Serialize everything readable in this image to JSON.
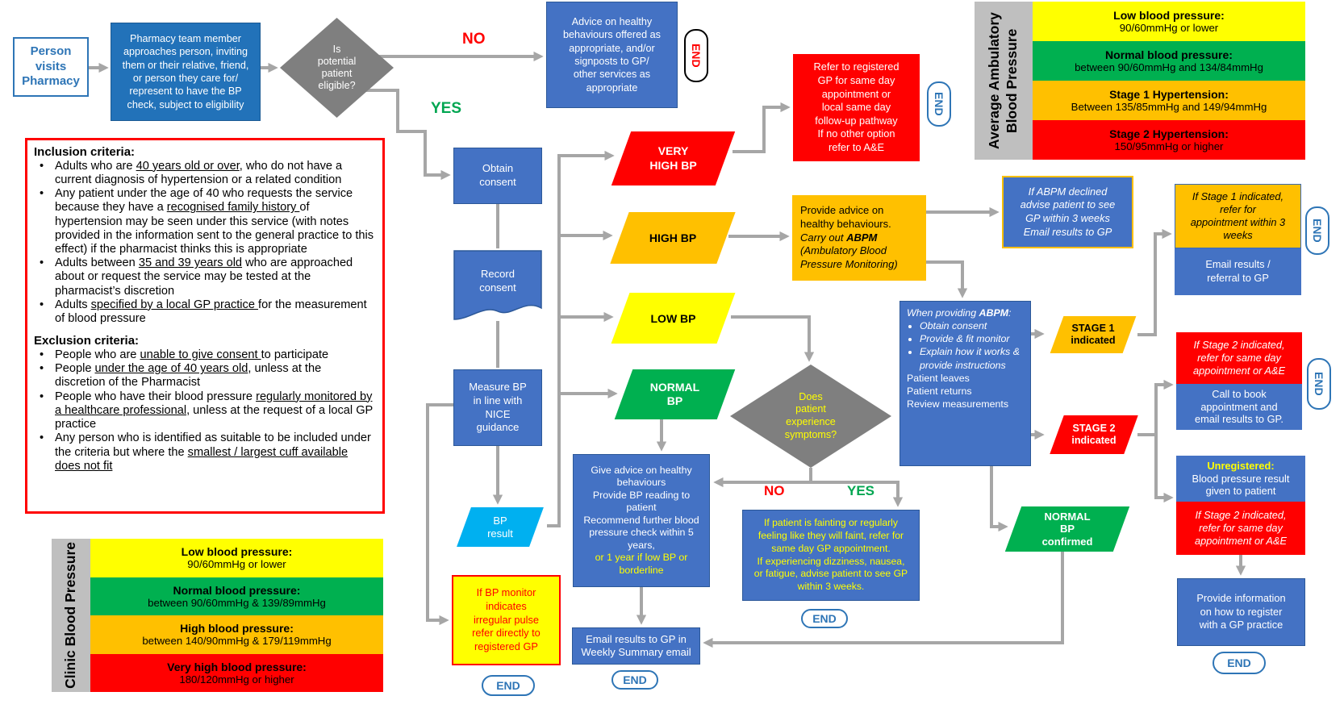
{
  "labels": {
    "no": "NO",
    "yes": "YES",
    "end": "END"
  },
  "colors": {
    "box_blue": "#4472C4",
    "box_red": "#FF0000",
    "box_orange": "#FFC000",
    "box_yellow": "#FFFF00",
    "box_green": "#00B050",
    "box_cyan": "#00B0F0",
    "diamond_gray": "#7F7F7F",
    "connector_gray": "#A6A6A6",
    "end_blue": "#2E75B6"
  },
  "flow": {
    "person": "Person\nvisits\nPharmacy",
    "approach": "Pharmacy team member\napproaches person, inviting\nthem or their relative, friend,\nor person they care for/\nrepresent to have the BP\ncheck, subject to eligibility",
    "eligible": "Is\npotential\npatient\neligible?",
    "advice_signpost": "Advice on healthy\nbehaviours offered as\nappropriate, and/or\nsignposts to GP/\nother services as\nappropriate",
    "obtain_consent": "Obtain\nconsent",
    "record_consent": "Record\nconsent",
    "measure_bp": "Measure BP\nin line with\nNICE\nguidance",
    "bp_result": "BP\nresult",
    "irregular_pulse": "If BP monitor\nindicates\nirregular pulse\nrefer directly to\nregistered GP",
    "very_high_bp": "VERY\nHIGH BP",
    "high_bp": "HIGH BP",
    "low_bp": "LOW BP",
    "normal_bp": "NORMAL\nBP",
    "refer_gp": "Refer to registered\nGP for same day\nappointment or\nlocal same day\nfollow-up pathway\nIf no other option\nrefer to A&E",
    "abpm": {
      "line1": "Provide advice on healthy behaviours.",
      "line2_pre": "Carry out ",
      "line2_bold": "ABPM",
      "line3": "(Ambulatory Blood Pressure Monitoring)"
    },
    "abpm_declined": "If ABPM declined\nadvise patient to see\nGP within 3 weeks\nEmail results to GP",
    "stage1_refer": "If Stage 1 indicated,\nrefer for\nappointment within 3\nweeks",
    "stage1_email": "Email results /\nreferral to GP",
    "when_providing": {
      "title_pre": "When providing ",
      "title_bold": "ABPM",
      "title_post": ":",
      "bullets": [
        "Obtain consent",
        "Provide & fit monitor",
        "Explain how it works & provide instructions"
      ],
      "plain": [
        "Patient leaves",
        "Patient returns",
        "Review measurements"
      ]
    },
    "stage1_indicated": "STAGE 1\nindicated",
    "stage2_indicated": "STAGE 2\nindicated",
    "stage2_refer": "If Stage 2 indicated,\nrefer for same day\nappointment or A&E",
    "stage2_call": "Call to book\nappointment and\nemail results to GP.",
    "unregistered_title": "Unregistered:",
    "unregistered_body": "Blood pressure result\ngiven to patient",
    "unregistered_stage2": "If Stage 2 indicated,\nrefer for same day\nappointment or A&E",
    "provide_info": "Provide information\non how to register\nwith a GP practice",
    "normal_bp_confirmed": "NORMAL\nBP\nconfirmed",
    "symptoms": "Does\npatient\nexperience\nsymptoms?",
    "give_advice_white": "Give advice on healthy\nbehaviours\nProvide BP reading to\npatient\nRecommend further blood\npressure check within 5\nyears,",
    "give_advice_yellow": "or 1 year if low BP or\nborderline",
    "fainting": "If patient is fainting or regularly\nfeeling like they will faint, refer for\nsame day GP appointment.\nIf experiencing dizziness, nausea,\nor fatigue, advise patient to see GP\nwithin 3 weeks.",
    "email_results": "Email results to GP in\nWeekly Summary email"
  },
  "criteria": {
    "inclusion_title": "Inclusion criteria:",
    "inclusion": [
      {
        "pre": "Adults who are ",
        "u": "40 years old or over",
        "post": ", who do not have a current diagnosis of hypertension or a related condition"
      },
      {
        "pre": "Any patient under the age of 40 who requests the service because they have a ",
        "u": "recognised family history ",
        "post": "of hypertension may be seen under this service (with notes provided in the information sent to the general practice to this effect) if the pharmacist thinks this is appropriate"
      },
      {
        "pre": "Adults between ",
        "u": "35 and 39 years old",
        "post": " who are approached about or request the service may be tested at the pharmacist’s discretion"
      },
      {
        "pre": "Adults ",
        "u": "specified by a local GP practice ",
        "post": "for the measurement of blood pressure"
      }
    ],
    "exclusion_title": "Exclusion criteria:",
    "exclusion": [
      {
        "pre": "People who are ",
        "u": "unable to give consent ",
        "post": "to participate"
      },
      {
        "pre": "People ",
        "u": "under the age of 40 years old",
        "post": ", unless at the discretion of the Pharmacist"
      },
      {
        "pre": "People who have their blood pressure ",
        "u": "regularly monitored by a healthcare professional",
        "post": ", unless at the request of a local GP practice"
      },
      {
        "pre": "Any person who is identified as suitable to be included under the criteria but where the ",
        "u": "smallest / largest cuff available does not fit",
        "post": ""
      }
    ]
  },
  "clinic_legend": {
    "label": "Clinic Blood Pressure",
    "rows": [
      {
        "title": "Low blood pressure:",
        "value": "90/60mmHg or lower",
        "color": "#FFFF00"
      },
      {
        "title": "Normal blood pressure:",
        "value": "between 90/60mmHg & 139/89mmHg",
        "color": "#00B050"
      },
      {
        "title": "High blood pressure:",
        "value": "between 140/90mmHg & 179/119mmHg",
        "color": "#FFC000"
      },
      {
        "title": "Very high blood pressure:",
        "value": "180/120mmHg or higher",
        "color": "#FF0000"
      }
    ]
  },
  "ambulatory_legend": {
    "label": "Average Ambulatory Blood Pressure",
    "rows": [
      {
        "title": "Low blood pressure:",
        "value": "90/60mmHg or lower",
        "color": "#FFFF00"
      },
      {
        "title": "Normal blood pressure:",
        "value": "between 90/60mmHg and 134/84mmHg",
        "color": "#00B050"
      },
      {
        "title": "Stage 1 Hypertension:",
        "value": "Between 135/85mmHg and 149/94mmHg",
        "color": "#FFC000"
      },
      {
        "title": "Stage 2 Hypertension:",
        "value": "150/95mmHg or higher",
        "color": "#FF0000"
      }
    ]
  }
}
